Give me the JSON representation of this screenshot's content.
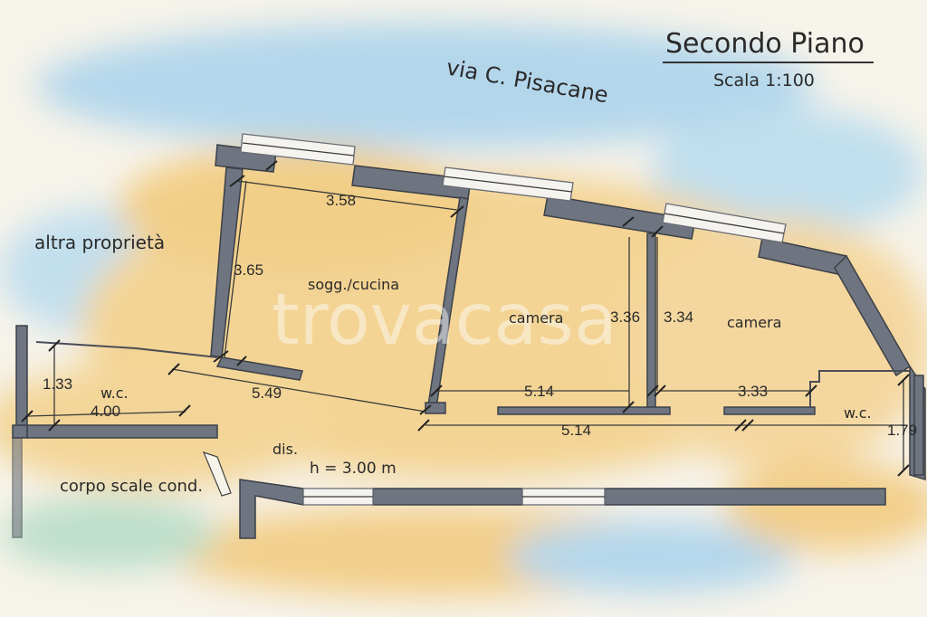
{
  "title": "Secondo Piano",
  "scale": "Scala 1:100",
  "street": "via C. Pisacane",
  "watermark": "trovacasa",
  "rooms": {
    "kitchen": "sogg./cucina",
    "bedroom_1": "camera",
    "bedroom_2": "camera",
    "wc_left": "w.c.",
    "wc_right": "w.c.",
    "hall": "dis."
  },
  "labels": {
    "other_property": "altra proprietà",
    "stairwell": "corpo scale cond.",
    "ceiling_height": "h = 3.00 m"
  },
  "dimensions": {
    "kitchen_width": "3.58",
    "kitchen_depth": "3.65",
    "kitchen_lower": "5.49",
    "wc_left_depth": "1.33",
    "wc_left_width": "4.00",
    "bedroom_1_width": "5.14",
    "bedroom_1_depth": "3.36",
    "bedroom_2_depth": "3.34",
    "bedroom_2_width": "3.33",
    "hall_width": "5.14",
    "wc_right_depth": "1.79"
  },
  "colors": {
    "paper": "#f6f3ea",
    "wash_yellow": "#f3cf86",
    "wash_blue": "#9cc9e6",
    "wall": "#6f7580",
    "ink": "#2a2a2a"
  }
}
